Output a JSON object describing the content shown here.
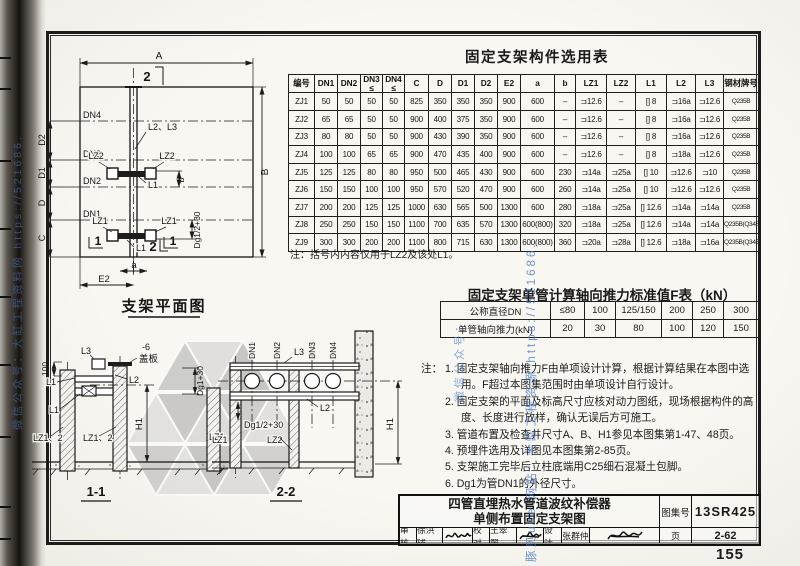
{
  "watermarks": {
    "left": "微信公众号：大缸工程资料网 https://521686.",
    "center": "豚贝use 网站：大缸工程资源 https://521686.",
    "short": "微信公众号："
  },
  "plan": {
    "caption": "支架平面图",
    "labels": {
      "a_dim": "A",
      "b_dim": "B",
      "c": "C",
      "d": "D",
      "d1": "D1",
      "d2": "D2",
      "e2": "E2",
      "a_small": "a",
      "b_small": "b",
      "dn1": "DN1",
      "dn2": "DN2",
      "dn3": "DN3",
      "dn4": "DN4",
      "l1": "L1",
      "l2l3": "L2、L3",
      "lz1": "LZ1",
      "lz2": "LZ2",
      "dg": "Dg1/2+30",
      "sec1": "1",
      "sec2": "2"
    }
  },
  "section11": {
    "caption": "1-1",
    "labels": {
      "l3": "L3",
      "thk": "-6",
      "cover": "盖板",
      "d100": "100",
      "l1": "L1",
      "l2": "L2",
      "lz12": "LZ1、2",
      "lz1": "LZ1",
      "h1": "H1",
      "dg": "Dg1+30"
    }
  },
  "section22": {
    "caption": "2-2",
    "labels": {
      "dn1": "DN1",
      "dn2": "DN2",
      "dn3": "DN3",
      "dn4": "DN4",
      "l2": "L2",
      "l3": "L3",
      "lz1": "LZ1",
      "lz2": "LZ2",
      "dg": "Dg1/2+30",
      "h1": "H1"
    }
  },
  "component_table": {
    "title": "固定支架构件选用表",
    "headers": [
      "编号",
      "DN1",
      "DN2",
      "DN3\n≤",
      "DN4\n≤",
      "C",
      "D",
      "D1",
      "D2",
      "E2",
      "a",
      "b",
      "LZ1",
      "LZ2",
      "L1",
      "L2",
      "L3",
      "钢材牌号"
    ],
    "rows": [
      [
        "ZJ1",
        "50",
        "50",
        "50",
        "50",
        "825",
        "350",
        "350",
        "350",
        "900",
        "600",
        "–",
        "⊐12.6",
        "–",
        "[] 8",
        "⊐16a",
        "⊐12.6",
        "Q235B"
      ],
      [
        "ZJ2",
        "65",
        "65",
        "50",
        "50",
        "900",
        "400",
        "375",
        "350",
        "900",
        "600",
        "–",
        "⊐12.6",
        "–",
        "[] 8",
        "⊐16a",
        "⊐12.6",
        "Q235B"
      ],
      [
        "ZJ3",
        "80",
        "80",
        "50",
        "50",
        "900",
        "430",
        "390",
        "350",
        "900",
        "600",
        "–",
        "⊐12.6",
        "–",
        "[] 8",
        "⊐16a",
        "⊐12.6",
        "Q235B"
      ],
      [
        "ZJ4",
        "100",
        "100",
        "65",
        "65",
        "900",
        "470",
        "435",
        "400",
        "900",
        "600",
        "–",
        "⊐12.6",
        "–",
        "[] 8",
        "⊐18a",
        "⊐12.6",
        "Q235B"
      ],
      [
        "ZJ5",
        "125",
        "125",
        "80",
        "80",
        "950",
        "500",
        "465",
        "430",
        "900",
        "600",
        "230",
        "⊐14a",
        "⊐25a",
        "[] 10",
        "⊐12.6",
        "⊐10",
        "Q235B"
      ],
      [
        "ZJ6",
        "150",
        "150",
        "100",
        "100",
        "950",
        "570",
        "520",
        "470",
        "900",
        "600",
        "260",
        "⊐14a",
        "⊐25a",
        "[] 10",
        "⊐12.6",
        "⊐12.6",
        "Q235B"
      ],
      [
        "ZJ7",
        "200",
        "200",
        "125",
        "125",
        "1000",
        "630",
        "565",
        "500",
        "1300",
        "600",
        "280",
        "⊐18a",
        "⊐25a",
        "[] 12.6",
        "⊐14a",
        "⊐14a",
        "Q235B"
      ],
      [
        "ZJ8",
        "250",
        "250",
        "150",
        "150",
        "1100",
        "700",
        "635",
        "570",
        "1300",
        "600(800)",
        "320",
        "⊐18a",
        "⊐25a",
        "[] 12.6",
        "⊐14a",
        "⊐14a",
        "Q235B(Q345B)"
      ],
      [
        "ZJ9",
        "300",
        "300",
        "200",
        "200",
        "1100",
        "800",
        "715",
        "630",
        "1300",
        "600(800)",
        "360",
        "⊐20a",
        "⊐28a",
        "[] 12.6",
        "⊐18a",
        "⊐16a",
        "Q235B(Q345B)"
      ]
    ],
    "note": "注：括号内内容仅用于LZ2及该处L1。"
  },
  "force_table": {
    "title": "固定支架单管计算轴向推力标准值F表（kN）",
    "rows": [
      [
        "公称直径DN",
        "≤80",
        "100",
        "125/150",
        "200",
        "250",
        "300"
      ],
      [
        "单管轴向推力(kN)",
        "20",
        "30",
        "80",
        "100",
        "120",
        "150"
      ]
    ]
  },
  "notes": {
    "prefix": "注：",
    "items": [
      "1. 固定支架轴向推力F由单项设计计算，根据计算结果在本图中选用。F超过本图集范围时由单项设计自行设计。",
      "2. 固定支架的平面及标高尺寸应核对动力图纸，现场根据构件的高度、长度进行放样，确认无误后方可施工。",
      "3. 管道布置及检查井尺寸A、B、H1参见本图集第1-47、48页。",
      "4. 预埋件选用及详图见本图集第2-85页。",
      "5. 支架施工完毕后立柱底端用C25细石混凝土包脚。",
      "6. Dg1为管DN1的外径尺寸。"
    ]
  },
  "title_block": {
    "title_line1": "四管直埋热水管道波纹补偿器",
    "title_line2": "单侧布置固定支架图",
    "atlas_label": "图集号",
    "atlas_no": "13SR425",
    "page_label": "页",
    "page_no": "2-62",
    "reviewer_label": "审核",
    "reviewer": "徐洪球",
    "checker_label": "校对",
    "checker": "王翠翠",
    "designer_label": "设计",
    "designer": "张群仲"
  },
  "page_number": "155",
  "colors": {
    "watermark_blue": "#4b79c8",
    "line": "#1c1c1c"
  }
}
